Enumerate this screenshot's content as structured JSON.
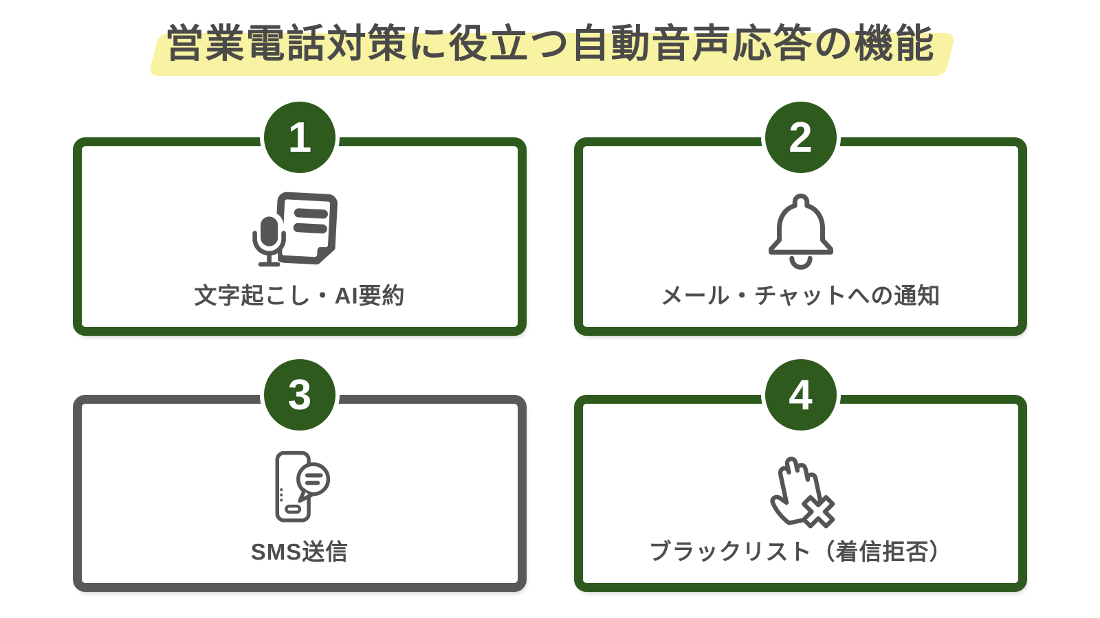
{
  "title": {
    "text": "営業電話対策に役立つ自動音声応答の機能"
  },
  "colors": {
    "green": "#2e5a1e",
    "gray": "#58595b",
    "text": "#4d4d4d",
    "icon": "#555555",
    "highlight": "#f8f3a2",
    "background": "#ffffff",
    "badge-number": "#ffffff"
  },
  "cards": [
    {
      "number": "1",
      "label": "文字起こし・AI要約",
      "icon": "microphone-document-icon",
      "border_color": "#2e5a1e"
    },
    {
      "number": "2",
      "label": "メール・チャットへの通知",
      "icon": "bell-icon",
      "border_color": "#2e5a1e"
    },
    {
      "number": "3",
      "label": "SMS送信",
      "icon": "smartphone-chat-icon",
      "border_color": "#58595b"
    },
    {
      "number": "4",
      "label": "ブラックリスト（着信拒否）",
      "icon": "hand-block-icon",
      "border_color": "#2e5a1e"
    }
  ]
}
